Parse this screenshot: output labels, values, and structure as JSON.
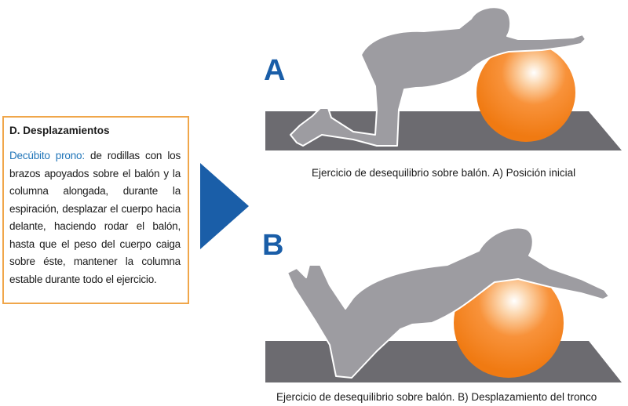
{
  "section": {
    "heading": "D. Desplazamientos",
    "lead": "Decúbito prono:",
    "text": " de rodillas con los brazos apoyados sobre el balón y la columna alongada, durante la espiración, desplazar el cuerpo hacia delante, haciendo rodar el balón, hasta que el peso del cuerpo caiga sobre éste, mantener la columna estable durante todo el ejercicio."
  },
  "panels": [
    {
      "letter": "A",
      "caption": "Ejercicio de desequilibrio sobre balón. A) Posición inicial"
    },
    {
      "letter": "B",
      "caption": "Ejercicio de desequilibrio sobre balón. B) Desplazamiento del tronco"
    }
  ],
  "colors": {
    "box_border": "#f0a64a",
    "lead_text": "#1f74b8",
    "arrow": "#1a5ea8",
    "letters": "#1a5ea8",
    "mat": "#6c6b70",
    "ball": "#f58220",
    "figure": "#9d9ca1"
  },
  "icons": {
    "arrow": "right-triangle-arrow"
  }
}
